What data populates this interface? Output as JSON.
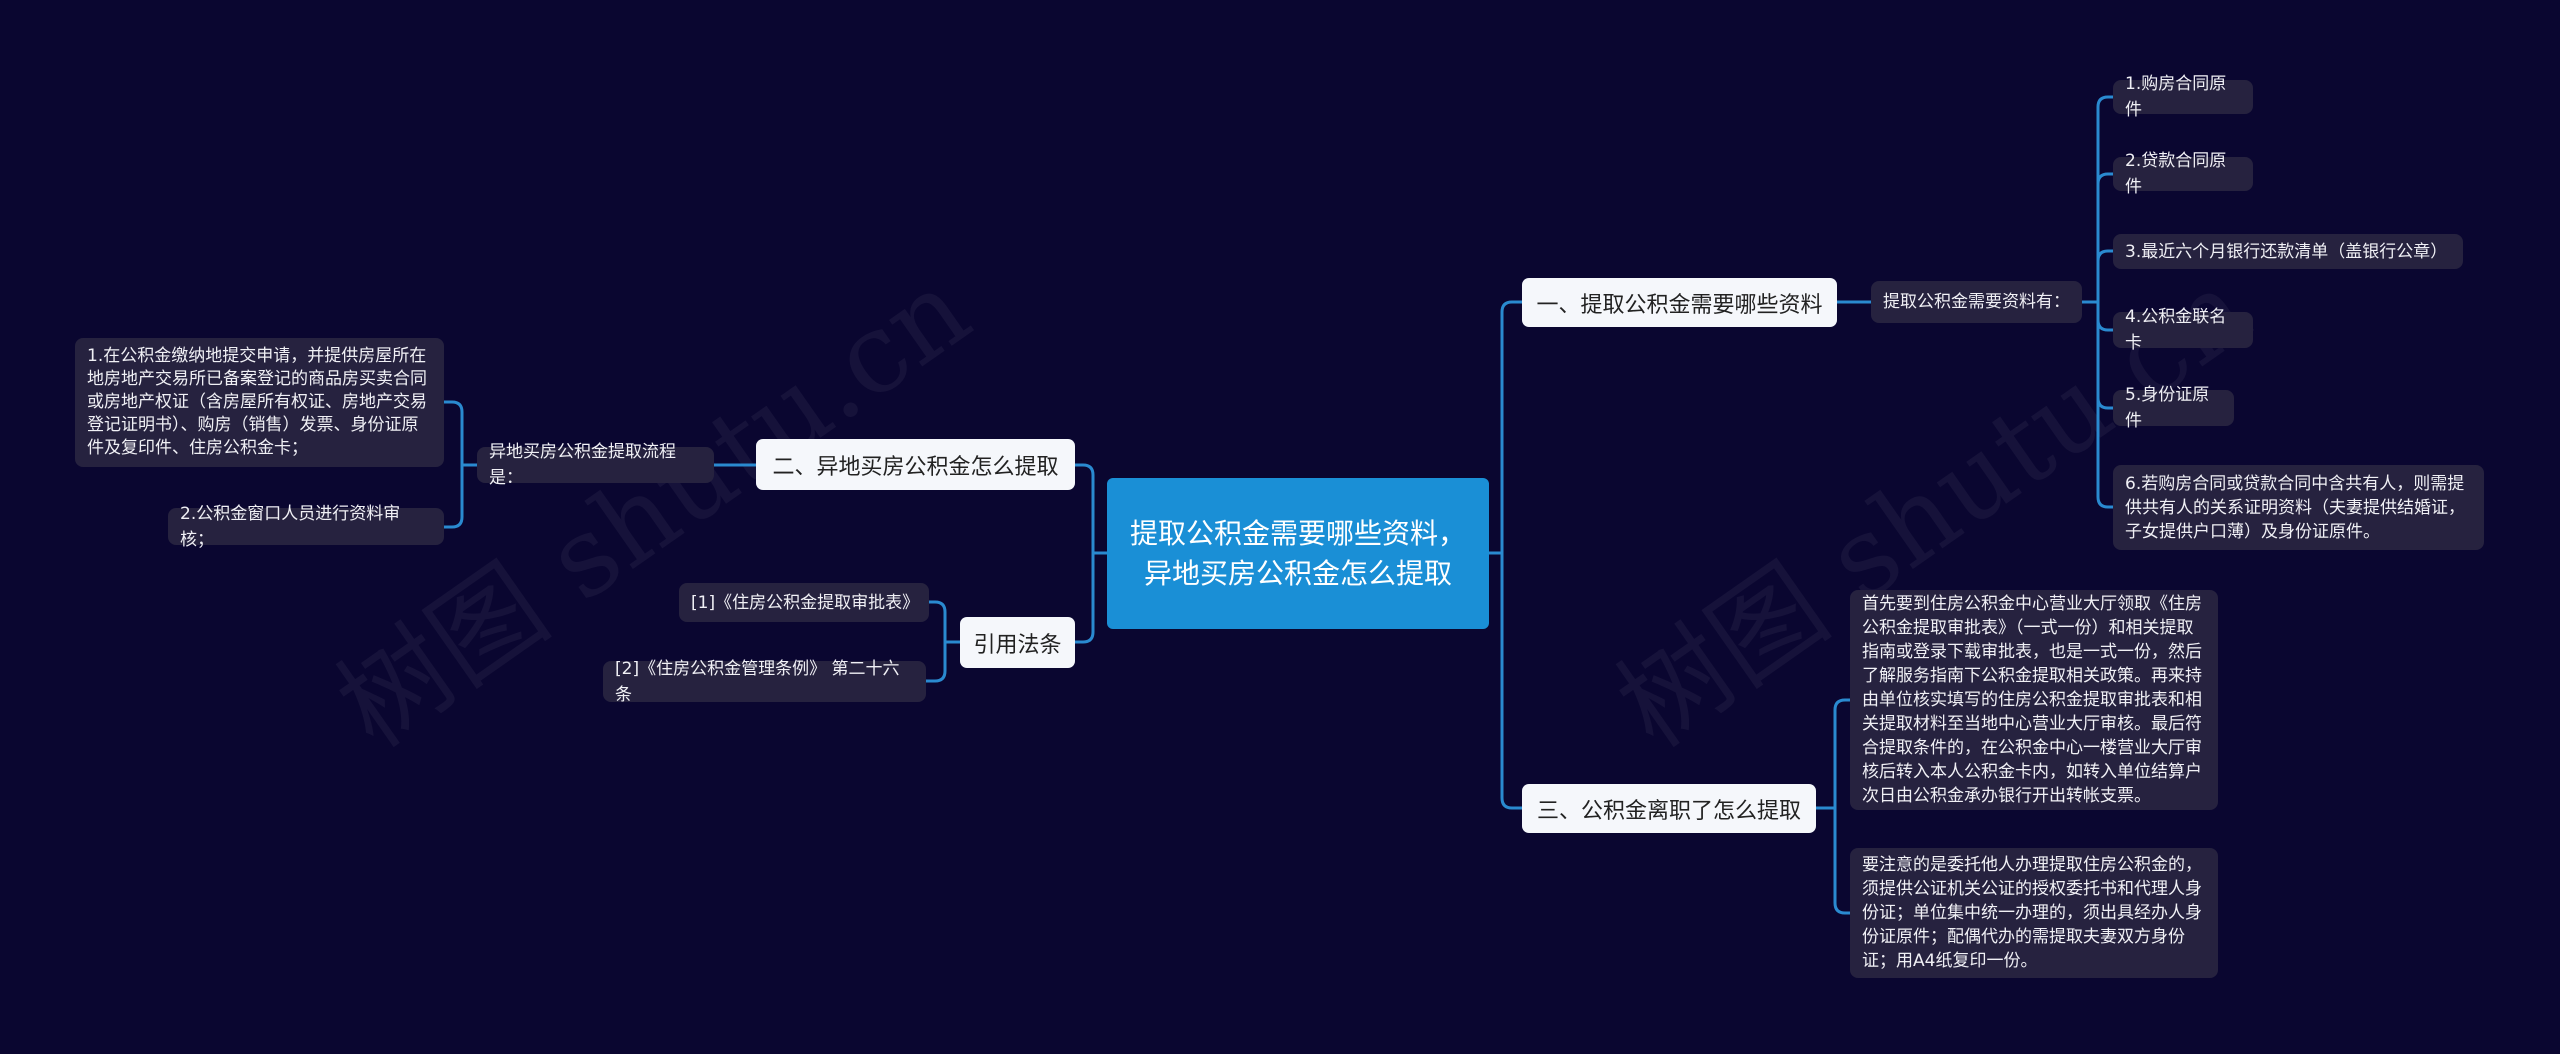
{
  "watermark": "树图 shutu.cn",
  "colors": {
    "background": "#0a0630",
    "center": "#1a8fd6",
    "connector": "#2a8ad0",
    "leaf": "#26223f",
    "main": "#f5f7fb"
  },
  "center": "提取公积金需要哪些资料，异地买房公积金怎么提取",
  "right": {
    "branch1": {
      "label": "一、提取公积金需要哪些资料",
      "sub": "提取公积金需要资料有：",
      "items": [
        "1.购房合同原件",
        "2.贷款合同原件",
        "3.最近六个月银行还款清单（盖银行公章）",
        "4.公积金联名卡",
        "5.身份证原件",
        "6.若购房合同或贷款合同中含共有人，则需提供共有人的关系证明资料（夫妻提供结婚证，子女提供户口薄）及身份证原件。"
      ]
    },
    "branch3": {
      "label": "三、公积金离职了怎么提取",
      "items": [
        "首先要到住房公积金中心营业大厅领取《住房公积金提取审批表》（一式一份）和相关提取指南或登录下载审批表，也是一式一份，然后了解服务指南下公积金提取相关政策。再来持由单位核实填写的住房公积金提取审批表和相关提取材料至当地中心营业大厅审核。最后符合提取条件的，在公积金中心一楼营业大厅审核后转入本人公积金卡内，如转入单位结算户次日由公积金承办银行开出转帐支票。",
        "要注意的是委托他人办理提取住房公积金的，须提供公证机关公证的授权委托书和代理人身份证；单位集中统一办理的，须出具经办人身份证原件；配偶代办的需提取夫妻双方身份证；用A4纸复印一份。"
      ]
    }
  },
  "left": {
    "branch2": {
      "label": "二、异地买房公积金怎么提取",
      "sub": "异地买房公积金提取流程是：",
      "items": [
        "1.在公积金缴纳地提交申请，并提供房屋所在地房地产交易所已备案登记的商品房买卖合同或房地产权证（含房屋所有权证、房地产交易登记证明书）、购房（销售）发票、身份证原件及复印件、住房公积金卡；",
        "2.公积金窗口人员进行资料审核；"
      ]
    },
    "refs": {
      "label": "引用法条",
      "items": [
        "[1]《住房公积金提取审批表》",
        "[2]《住房公积金管理条例》 第二十六条"
      ]
    }
  }
}
